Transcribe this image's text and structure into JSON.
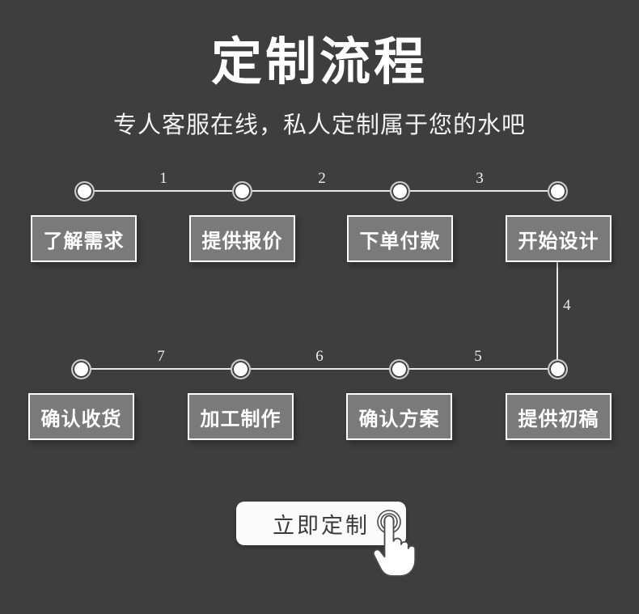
{
  "header": {
    "title": "定制流程",
    "subtitle": "专人客服在线，私人定制属于您的水吧"
  },
  "colors": {
    "background": "#3e3e3e",
    "box_fill": "#7a7a7a",
    "box_border": "#ffffff",
    "rail": "#e8e8e8",
    "node_fill": "#ffffff",
    "node_ring": "#c9c9c9",
    "text": "#ffffff",
    "cta_fill": "#fbfbfb",
    "cta_text": "#3a3a3a"
  },
  "flow": {
    "row1": {
      "steps": [
        {
          "label": "了解需求"
        },
        {
          "label": "提供报价"
        },
        {
          "label": "下单付款"
        },
        {
          "label": "开始设计"
        }
      ],
      "numbers": [
        "1",
        "2",
        "3"
      ]
    },
    "row2": {
      "steps": [
        {
          "label": "确认收货"
        },
        {
          "label": "加工制作"
        },
        {
          "label": "确认方案"
        },
        {
          "label": "提供初稿"
        }
      ],
      "numbers": [
        "7",
        "6",
        "5"
      ]
    },
    "vertical_connector_number": "4"
  },
  "cta": {
    "label": "立即定制",
    "cursor_icon": "tap-hand-icon"
  }
}
